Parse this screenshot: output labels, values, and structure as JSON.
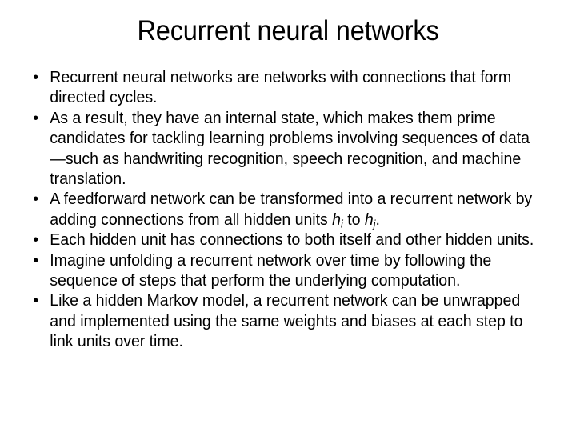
{
  "slide": {
    "title": "Recurrent neural networks",
    "bullet_marker": "•",
    "background_color": "#ffffff",
    "text_color": "#000000",
    "bullets": [
      {
        "id": "bullet-1",
        "text": "Recurrent neural networks are networks with connections that form directed cycles."
      },
      {
        "id": "bullet-2",
        "text": "As a result, they have an internal state, which makes them prime candidates for tackling learning problems involving sequences of data—such as handwriting recognition, speech recognition, and machine translation."
      },
      {
        "id": "bullet-3",
        "text_before": "A feedforward network can be transformed into a recurrent network by adding connections from all hidden units ",
        "var_1": "h",
        "var_1_sub": "i",
        "text_middle": " to ",
        "var_2": "h",
        "var_2_sub": "j",
        "text_after": "."
      },
      {
        "id": "bullet-4",
        "text": "Each hidden unit has connections to both itself and other hidden units."
      },
      {
        "id": "bullet-5",
        "text": "Imagine unfolding a recurrent network over time by following the sequence of steps that perform the underlying computation."
      },
      {
        "id": "bullet-6",
        "text": "Like a hidden Markov model, a recurrent network can be unwrapped and implemented using the same weights and biases at each step to link units over time."
      }
    ]
  }
}
